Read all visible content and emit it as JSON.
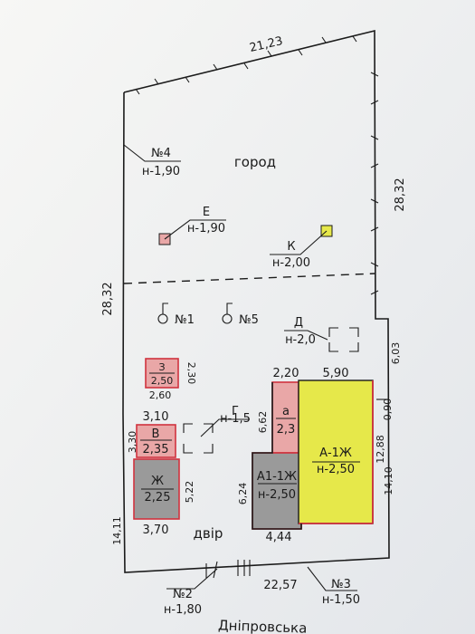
{
  "colors": {
    "paper": "#f4f4f2",
    "ink": "#1b1b1b",
    "red": "#d0323e",
    "pink_fill": "#e9a7a7",
    "yellow_fill": "#e6e84a",
    "gray_fill": "#9a9a9a"
  },
  "boundary": {
    "top": "21,23",
    "left": "28,32",
    "right_upper": "28,32",
    "right_mid": "6,03",
    "right_small": "0,90",
    "right_lower": "14,10",
    "bottom": "22,57",
    "left_lower": "14,11"
  },
  "zones": {
    "garden": "город",
    "yard": "двір"
  },
  "street": "Дніпровська",
  "points": [
    {
      "id": "p4",
      "num": "№4",
      "elev": "н-1,90"
    },
    {
      "id": "pE",
      "num": "Е",
      "elev": "н-1,90"
    },
    {
      "id": "pK",
      "num": "К",
      "elev": "н-2,00"
    },
    {
      "id": "pD",
      "num": "Д",
      "elev": "н-2,0"
    },
    {
      "id": "pG",
      "num": "Г",
      "elev": "н-1,5"
    },
    {
      "id": "p2",
      "num": "№2",
      "elev": "н-1,80"
    },
    {
      "id": "p3",
      "num": "№3",
      "elev": "н-1,50"
    }
  ],
  "wells": {
    "w1": "№1",
    "w5": "№5"
  },
  "buildings": {
    "z": {
      "name": "З",
      "elev": "2,50",
      "w": "2,60",
      "h": "2,30"
    },
    "b": {
      "name": "В",
      "elev": "2,35",
      "w": "3,10",
      "h": "3,30"
    },
    "zh": {
      "name": "Ж",
      "elev": "2,25",
      "w": "3,70",
      "h": "5,22"
    },
    "a": {
      "name": "а",
      "elev": "2,3",
      "w": "2,20",
      "h": "6,62"
    },
    "a1": {
      "name": "А1-1Ж",
      "elev": "н-2,50",
      "w": "4,44",
      "h": "6,24"
    },
    "main": {
      "name": "А-1Ж",
      "elev": "н-2,50",
      "w": "5,90",
      "h": "12,88"
    }
  }
}
